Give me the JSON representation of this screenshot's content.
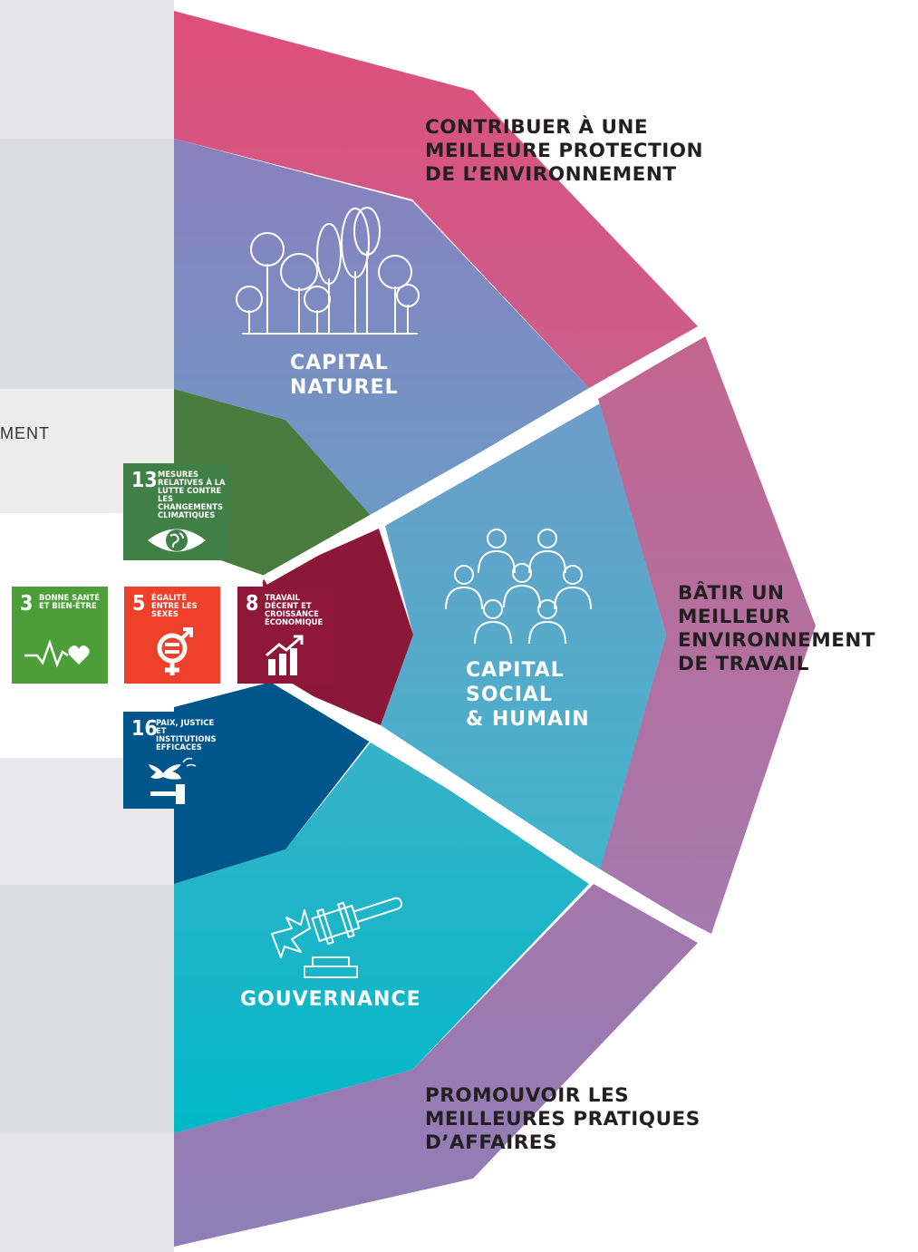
{
  "headings": {
    "environment": "CONTRIBUER À UNE\nMEILLEURE PROTECTION\nDE L’ENVIRONNEMENT",
    "work": "BÂTIR UN\nMEILLEUR\nENVIRONNEMENT\nDE TRAVAIL",
    "business": "PROMOUVOIR LES\nMEILLEURES PRATIQUES\nD’AFFAIRES"
  },
  "capitals": {
    "natural": "CAPITAL\nNATUREL",
    "social": "CAPITAL\nSOCIAL\n& HUMAIN",
    "governance": "GOUVERNANCE"
  },
  "left_cut_text": "MENT",
  "sdg_tiles": [
    {
      "number": "13",
      "label": "MESURES RELATIVES À LA LUTTE CONTRE LES CHANGEMENTS CLIMATIQUES",
      "color": "#407f46",
      "icon": "eye-globe-icon"
    },
    {
      "number": "3",
      "label": "BONNE SANTÉ ET BIEN-ÊTRE",
      "color": "#4c9f38",
      "icon": "heartbeat-icon"
    },
    {
      "number": "5",
      "label": "ÉGALITÉ ENTRE LES SEXES",
      "color": "#ef402b",
      "icon": "gender-equality-icon"
    },
    {
      "number": "8",
      "label": "TRAVAIL DÉCENT ET CROISSANCE ÉCONOMIQUE",
      "color": "#8f1838",
      "icon": "growth-chart-icon"
    },
    {
      "number": "16",
      "label": "PAIX, JUSTICE ET INSTITUTIONS EFFICACES",
      "color": "#00558a",
      "icon": "dove-gavel-icon"
    }
  ],
  "colors": {
    "outer_pink": "#d94f7a",
    "outer_mauve": "#bf6a98",
    "outer_violet": "#8e7fb8",
    "natural_top": "#8882c0",
    "natural_bottom": "#6c9bc6",
    "social_top": "#6b9fcb",
    "social_bottom": "#42b6cc",
    "governance_top": "#3ab3c8",
    "governance_bottom": "#00b8c8",
    "inner_green": "#4a7b3e",
    "inner_crimson": "#8b1836",
    "inner_blue": "#00558a",
    "band_gray": "#e4e4e6"
  }
}
